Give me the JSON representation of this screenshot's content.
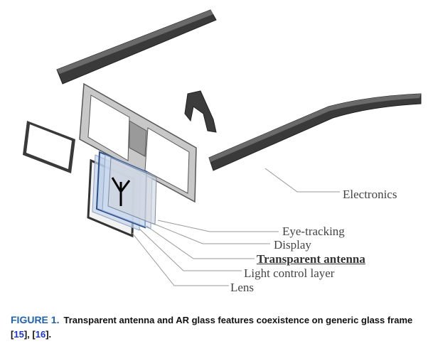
{
  "figure": {
    "labels": {
      "electronics": "Electronics",
      "eye_tracking": "Eye-tracking",
      "display": "Display",
      "transparent_antenna": "Transparent antenna",
      "light_control": "Light control layer",
      "lens": "Lens"
    }
  },
  "caption": {
    "figure_number": "FIGURE 1.",
    "text": "Transparent antenna and AR glass features coexistence on generic glass frame ",
    "ref1": "15",
    "sep": ", ",
    "ref2": "16",
    "end": "."
  },
  "colors": {
    "figure_label": "#1f63b0",
    "ref_link": "#1a35d6"
  }
}
